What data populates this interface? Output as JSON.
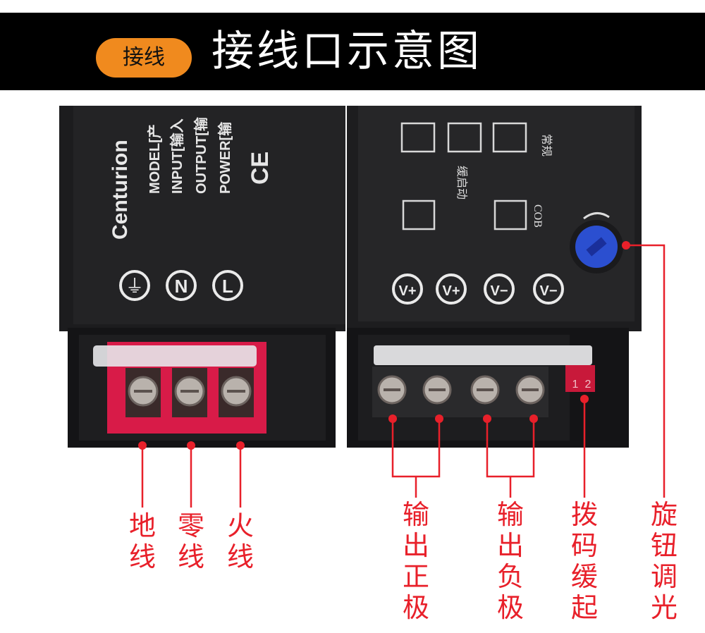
{
  "header": {
    "tag": "接线",
    "title": "接线口示意图"
  },
  "device": {
    "left": {
      "brand": "Centurion",
      "model_line": "MODEL[产",
      "input_line": "INPUT[输入",
      "output_line": "OUTPUT[输",
      "power_line": "POWER[输",
      "cert_mark": "CE",
      "terminals": [
        "⏚",
        "N",
        "L"
      ]
    },
    "right": {
      "mode_normal": "常规",
      "mode_soft": "缓启动",
      "mode_cob": "COB",
      "dip_numbers": [
        "1",
        "2"
      ],
      "terminals": [
        "V+",
        "V+",
        "V−",
        "V−"
      ],
      "knob_scale": "-"
    }
  },
  "labels": {
    "ground": "地线",
    "neutral": "零线",
    "live": "火线",
    "out_pos": "输出正极",
    "out_neg": "输出负极",
    "dip_soft": "拨码缓起",
    "knob_dim": "旋钮调光"
  },
  "colors": {
    "header_bg": "#000000",
    "pill": "#f08a1e",
    "label_red": "#e8202a",
    "terminal_red": "#d81b48",
    "knob_blue": "#2b4fd0"
  }
}
